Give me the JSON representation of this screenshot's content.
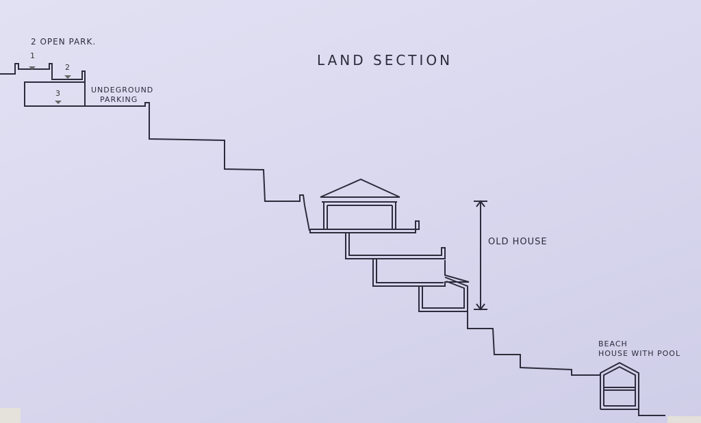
{
  "title": "LAND SECTION",
  "labels": {
    "open_parking": "2 OPEN PARK.",
    "spot_1": "1",
    "spot_2": "2",
    "spot_3": "3",
    "underground_line1": "UNDEGROUND",
    "underground_line2": "PARKING",
    "old_house": "OLD HOUSE",
    "beach_line1": "BEACH",
    "beach_line2": "HOUSE WITH POOL"
  },
  "colors": {
    "ink": "#2b2b3b",
    "paper": "#dcdbf0"
  }
}
